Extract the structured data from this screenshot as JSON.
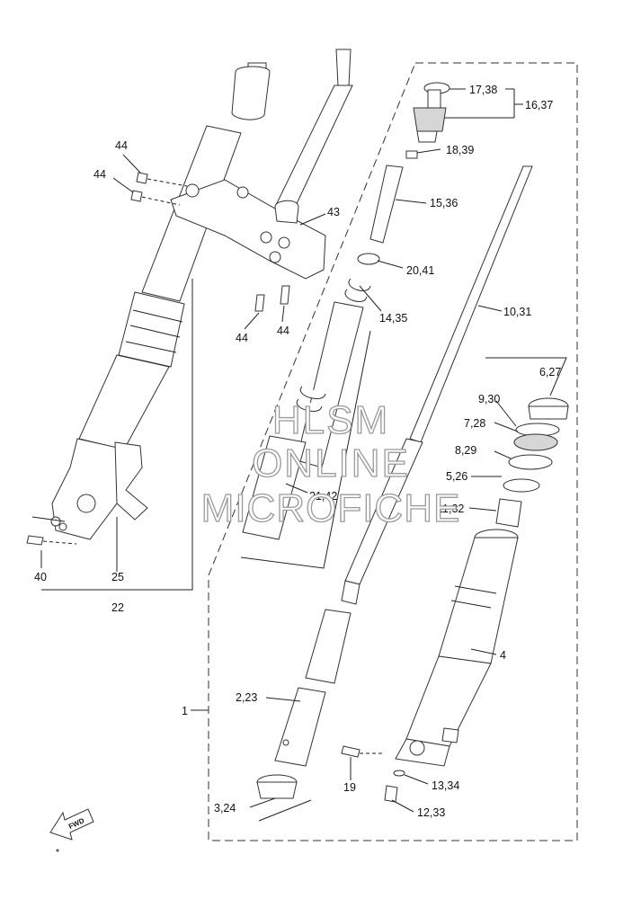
{
  "diagram": {
    "labels": {
      "l17_38": "17,38",
      "l16_37": "16,37",
      "l18_39": "18,39",
      "l15_36": "15,36",
      "l43": "43",
      "l44a": "44",
      "l44b": "44",
      "l44c": "44",
      "l44d": "44",
      "l20_41": "20,41",
      "l14_35": "14,35",
      "l10_31": "10,31",
      "l6_27": "6,27",
      "l9_30": "9,30",
      "l7_28": "7,28",
      "l8_29": "8,29",
      "l5_26": "5,26",
      "l11_32": "11,32",
      "l21_42": "21,42",
      "l40": "40",
      "l25": "25",
      "l22": "22",
      "l4": "4",
      "l1": "1",
      "l2_23": "2,23",
      "l19": "19",
      "l13_34": "13,34",
      "l3_24": "3,24",
      "l12_33": "12,33",
      "fwd": "FWD"
    },
    "watermark": {
      "line1": "HLSM",
      "line2": "ONLINE",
      "line3": "MICROFICHE"
    }
  }
}
